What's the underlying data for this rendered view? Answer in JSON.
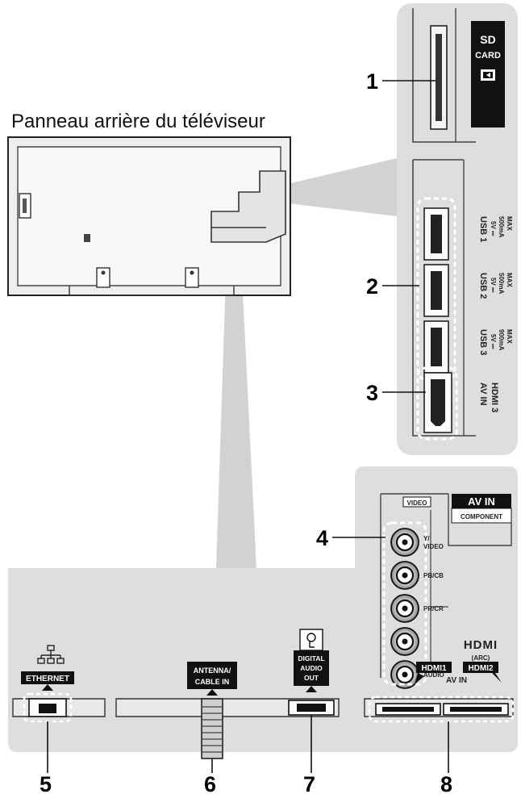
{
  "title": "Panneau arrière du téléviseur",
  "callouts": [
    "1",
    "2",
    "3",
    "4",
    "5",
    "6",
    "7",
    "8"
  ],
  "side_panel": {
    "sd_card": {
      "line1": "SD",
      "line2": "CARD"
    },
    "usb_ports": [
      {
        "name": "USB 1",
        "spec1": "5V ⎓",
        "spec2": "500mA",
        "spec3": "MAX"
      },
      {
        "name": "USB 2",
        "spec1": "5V ⎓",
        "spec2": "500mA",
        "spec3": "MAX"
      },
      {
        "name": "USB 3",
        "spec1": "5V ⎓",
        "spec2": "900mA",
        "spec3": "MAX"
      }
    ],
    "hdmi3": {
      "line1": "AV IN",
      "line2": "HDMI 3"
    }
  },
  "bottom_panel": {
    "av_in": "AV IN",
    "component": "COMPONENT",
    "video": "VIDEO",
    "jack_labels": [
      "Y/ VIDEO",
      "PB/CB",
      "PR/CR",
      "",
      "AUDIO"
    ],
    "ethernet": "ETHERNET",
    "antenna": {
      "line1": "ANTENNA/",
      "line2": "CABLE IN"
    },
    "digital_audio": {
      "line1": "DIGITAL",
      "line2": "AUDIO",
      "line3": "OUT"
    },
    "hdmi_logo": "HDMI",
    "hdmi1": "HDMI1",
    "arc": "(ARC)",
    "hdmi2": "HDMI2",
    "av_in_small": "AV IN"
  }
}
